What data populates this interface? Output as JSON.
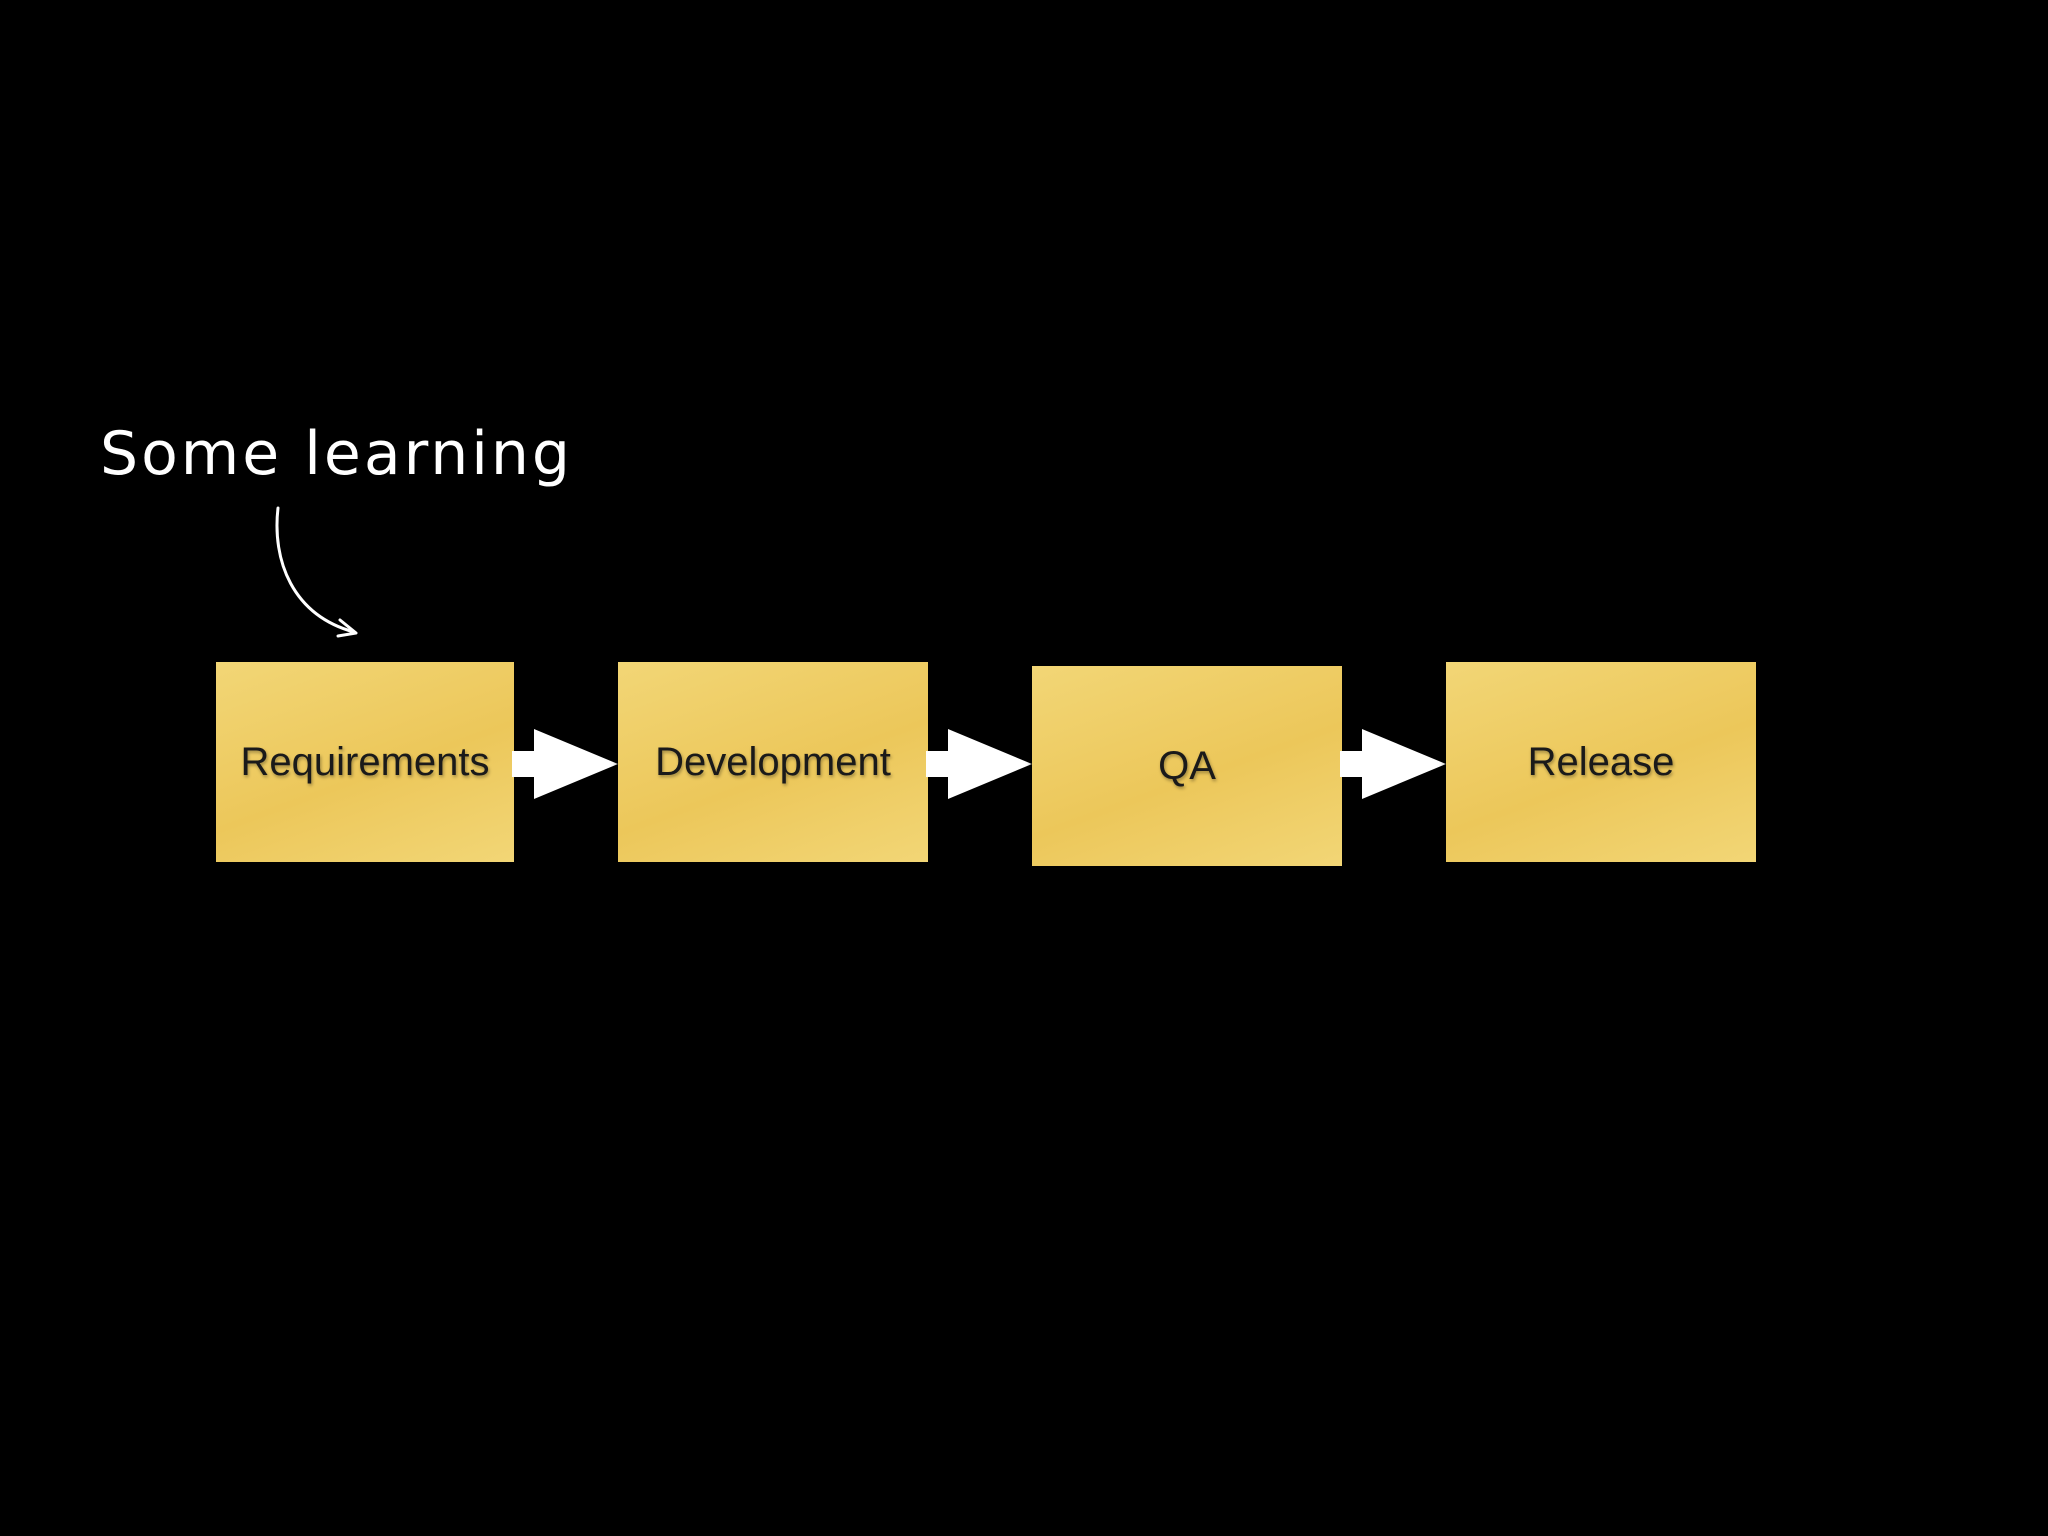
{
  "annotation": {
    "text": "Some learning"
  },
  "process": {
    "steps": [
      {
        "label": "Requirements"
      },
      {
        "label": "Development"
      },
      {
        "label": "QA"
      },
      {
        "label": "Release"
      }
    ]
  },
  "colors": {
    "background": "#000000",
    "box_fill": "#ecc75a",
    "box_fill_light": "#f2d676",
    "arrow": "#ffffff",
    "annotation_text": "#ffffff"
  },
  "icons": {
    "annotation_pointer": "curved-arrow-icon",
    "flow_connector": "right-arrow-icon"
  }
}
